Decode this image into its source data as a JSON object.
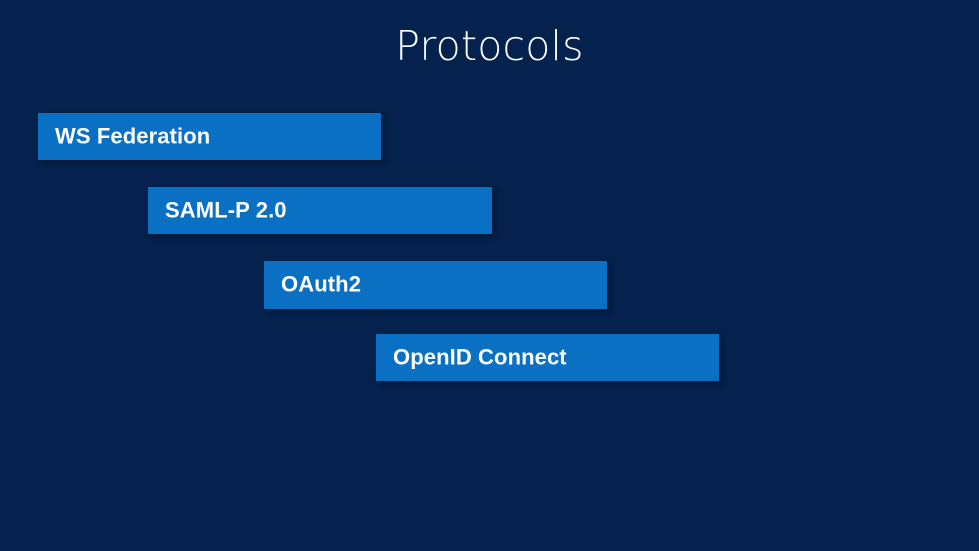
{
  "slide": {
    "title": "Protocols",
    "background_color": "#04224d",
    "accent_color": "#0a70c4",
    "text_color": "#ffffff"
  },
  "protocols": [
    {
      "label": "WS Federation"
    },
    {
      "label": "SAML-P 2.0"
    },
    {
      "label": "OAuth2"
    },
    {
      "label": "OpenID Connect"
    }
  ]
}
